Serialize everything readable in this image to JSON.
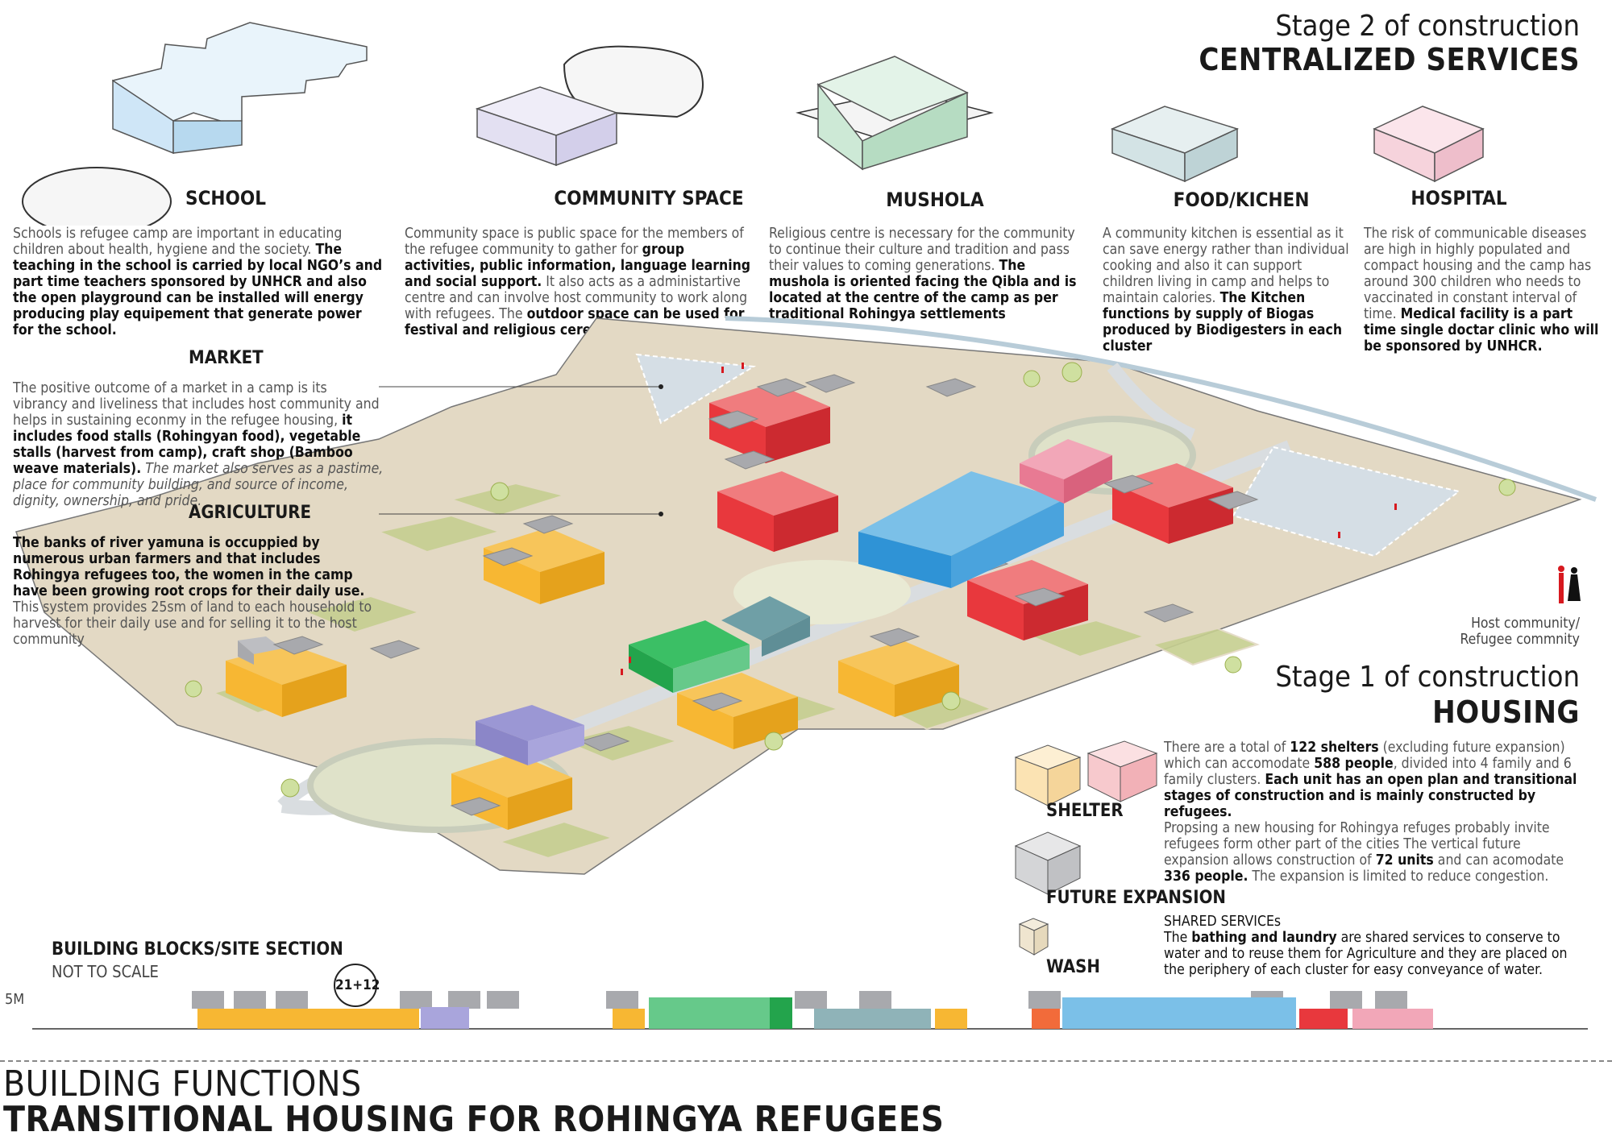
{
  "stage2": {
    "label": "Stage 2 of construction",
    "title": "CENTRALIZED SERVICES"
  },
  "stage1": {
    "label": "Stage 1 of construction",
    "title": "HOUSING"
  },
  "services": {
    "school": {
      "title": "SCHOOL",
      "p1": "Schools is refugee camp are important in educating children about health, hygiene and the society. ",
      "b1": "The teaching in the school is carried by local NGO’s and part time teachers sponsored by UNHCR and also the open playground can be installed will energy producing play equipement that generate power for the school."
    },
    "community": {
      "title": "COMMUNITY SPACE",
      "p1": "Community space is public space for the members of the refugee community to gather for ",
      "b1": "group activities, public information, language learning and social support.",
      "p2": " It also acts as a administartive centre and can involve host community to work along with refugees. The ",
      "b2": "outdoor space can be used for festival and religious ceremonies."
    },
    "mushola": {
      "title": "MUSHOLA",
      "p1": "Religious centre is necessary for the community to continue their culture and tradition and pass their values to coming generations. ",
      "b1": "The mushola is oriented facing the Qibla and is located at the centre of the camp as per traditional Rohingya settlements"
    },
    "kitchen": {
      "title": "FOOD/KICHEN",
      "p1": "A community kitchen is essential as it can save energy rather than individual cooking and also it can support children living in camp and helps to maintain calories. ",
      "b1": "The Kitchen functions by supply of Biogas produced by Biodigesters in each cluster"
    },
    "hospital": {
      "title": "HOSPITAL",
      "p1": "The risk of communicable diseases are high in highly populated and compact housing and the camp has around 300 children who needs to vaccinated in constant interval of time. ",
      "b1": "Medical facility is a part time single doctar clinic who will be sponsored by UNHCR."
    }
  },
  "market": {
    "title": "MARKET",
    "p1": "The positive outcome of a market in a camp is its vibrancy and liveliness that includes host community and helps in sustaining econmy in the refugee housing, ",
    "b1": "it includes food stalls (Rohingyan food), vegetable stalls (harvest from camp), craft shop (Bamboo weave materials).",
    "i1": " The market also serves as a pastime, place for community building, and source of income, dignity, ownership, and pride."
  },
  "agriculture": {
    "title": "AGRICULTURE",
    "b1": "The banks of river yamuna is occuppied by numerous urban farmers and that includes Rohingya refugees too, the women in the camp have been growing root crops for their daily use.",
    "p1": " This system provides 25sm of land to each household to harvest for their daily use and for selling it to the host community"
  },
  "people_legend": {
    "line1": "Host community/",
    "line2": "Refugee commnity"
  },
  "housing": {
    "a1": "There are a total of ",
    "a2": "122 shelters",
    "a3": " (excluding future expansion)  which can accomodate ",
    "a4": "588 people",
    "a5": ", divided into 4 family and 6 family clusters. ",
    "a6": "Each unit has an open plan and transitional stages of construction and is mainly constructed by refugees.",
    "b1": "Propsing a new housing for Rohingya refuges probably invite refugees form other part of the cities The vertical future expansion allows construction of ",
    "b2": "72 units",
    "b3": " and can acomodate ",
    "b4": "336 people.",
    "b5": " The expansion is limited to reduce congestion.",
    "c1": "SHARED SERVICEs",
    "c2": "The ",
    "c3": "bathing and laundry",
    "c4": " are shared services to conserve to water and to reuse them for Agriculture and they are placed on the periphery of each cluster for easy conveyance of water."
  },
  "legend": {
    "shelter": "SHELTER",
    "future": "FUTURE EXPANSION",
    "wash": "WASH"
  },
  "section": {
    "title": "BUILDING BLOCKS/SITE SECTION",
    "subtitle": "NOT TO SCALE",
    "scale": "5M",
    "badge": "21+12"
  },
  "footer": {
    "line1": "BUILDING FUNCTIONS",
    "line2": "TRANSITIONAL HOUSING FOR ROHINGYA REFUGEES"
  },
  "colors": {
    "school": "#cfe6f7",
    "community": "#e3e0f2",
    "mushola": "#cde9d6",
    "kitchen": "#d3e3e5",
    "hospital": "#f6d3dc",
    "shelter_yellow": "#f7b733",
    "shelter_red": "#e8383d",
    "future_grey": "#a8a9ad",
    "site": "#e3d9c4",
    "school_blue": "#4aa3dd",
    "mushola_green": "#23a44c"
  }
}
